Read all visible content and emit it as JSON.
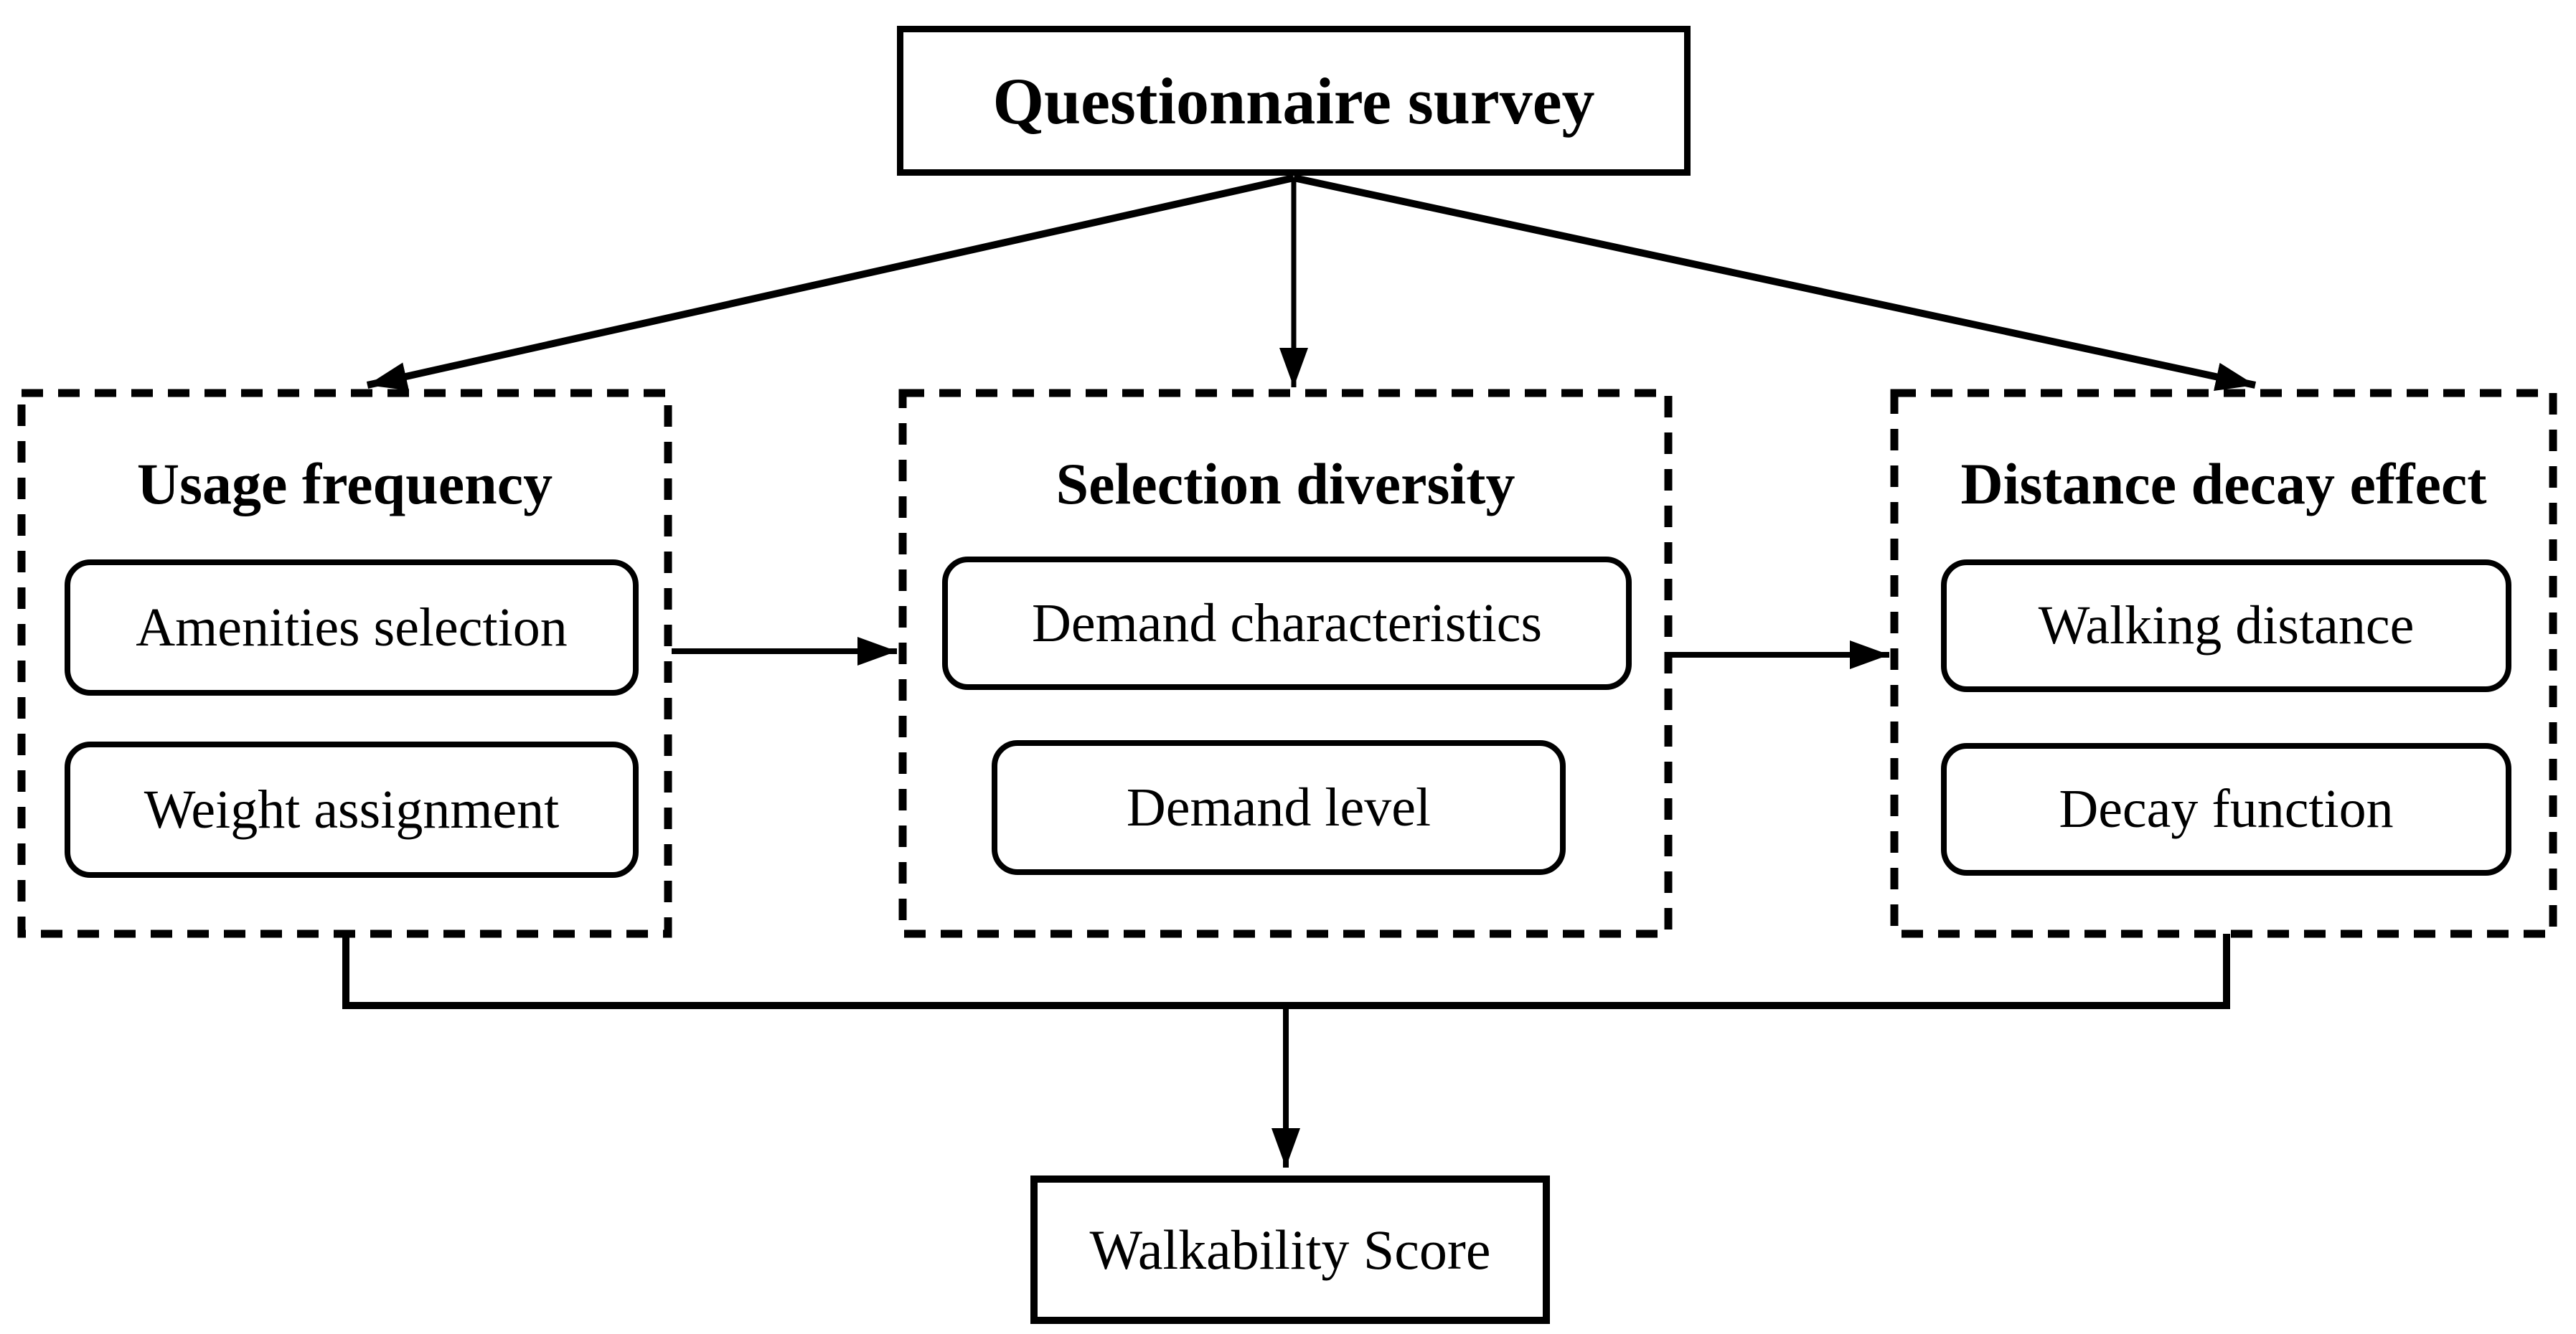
{
  "page": {
    "background_color": "#ffffff",
    "line_color": "#000000",
    "text_color": "#000000"
  },
  "flowchart": {
    "source": {
      "label": "Questionnaire survey"
    },
    "branches": [
      {
        "title": "Usage frequency",
        "items": [
          {
            "label": "Amenities selection"
          },
          {
            "label": "Weight assignment"
          }
        ]
      },
      {
        "title": "Selection diversity",
        "items": [
          {
            "label": "Demand characteristics"
          },
          {
            "label": "Demand level"
          }
        ]
      },
      {
        "title": "Distance decay effect",
        "items": [
          {
            "label": "Walking distance"
          },
          {
            "label": "Decay function"
          }
        ]
      }
    ],
    "result": {
      "label": "Walkability Score"
    }
  }
}
